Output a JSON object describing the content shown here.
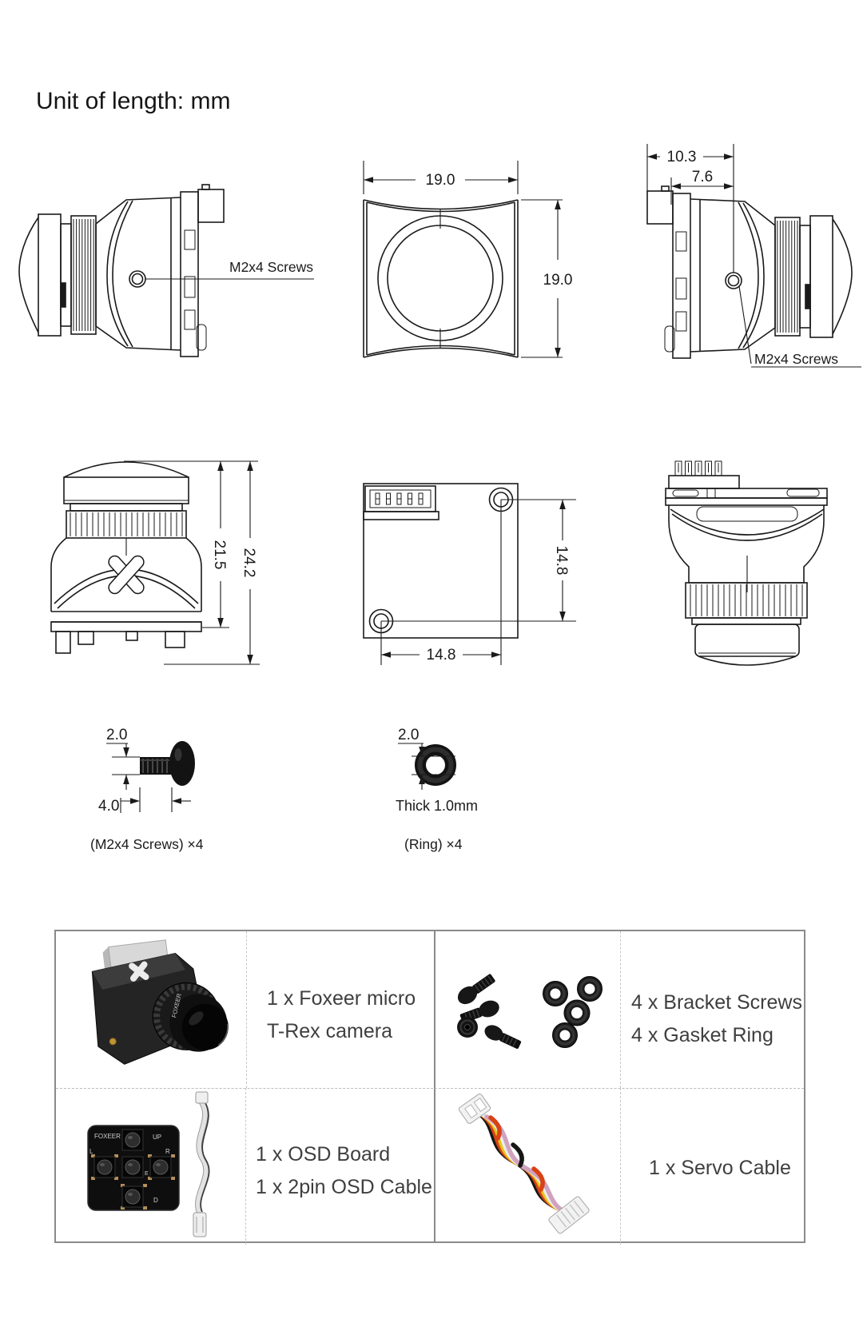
{
  "title": "Unit of length: mm",
  "annotations": {
    "side_left_screw_label": "M2x4 Screws",
    "side_right_screw_label": "M2x4 Screws",
    "screw_caption": "(M2x4 Screws) ×4",
    "ring_caption": "(Ring) ×4",
    "ring_thickness_label": "Thick 1.0mm"
  },
  "dimensions": {
    "front_width": "19.0",
    "front_height": "19.0",
    "side_depth_outer": "10.3",
    "side_depth_inner": "7.6",
    "body_height_inner": "21.5",
    "body_height_outer": "24.2",
    "pcb_hole_spacing_vertical": "14.8",
    "pcb_hole_spacing_horizontal": "14.8",
    "screw_diameter": "2.0",
    "screw_length": "4.0",
    "ring_hole_diameter": "2.0"
  },
  "package": {
    "items": [
      {
        "lines": [
          "1 x Foxeer micro",
          "T-Rex camera"
        ]
      },
      {
        "lines": [
          "4 x Bracket Screws",
          "4 x Gasket Ring"
        ]
      },
      {
        "lines": [
          "1 x OSD Board",
          "1 x 2pin OSD Cable"
        ]
      },
      {
        "lines": [
          "1 x Servo Cable"
        ]
      }
    ]
  },
  "osd_board": {
    "brand": "FOXEER",
    "labels": {
      "up": "UP",
      "left": "L",
      "enter": "E",
      "right": "R",
      "down": "D"
    }
  },
  "camera_photo": {
    "brand": "FOXEER"
  },
  "colors": {
    "line_art": "#1a1a1a",
    "table_border": "#8a8a8a",
    "table_text": "#3f3f3f",
    "hardware_black": "#131313",
    "wire_red": "#d84315",
    "wire_yellow": "#e6c51d",
    "wire_black": "#161616",
    "wire_white": "#ececec",
    "wire_pink": "#cfa3bf",
    "solder_pad_gold": "#b5905c"
  }
}
